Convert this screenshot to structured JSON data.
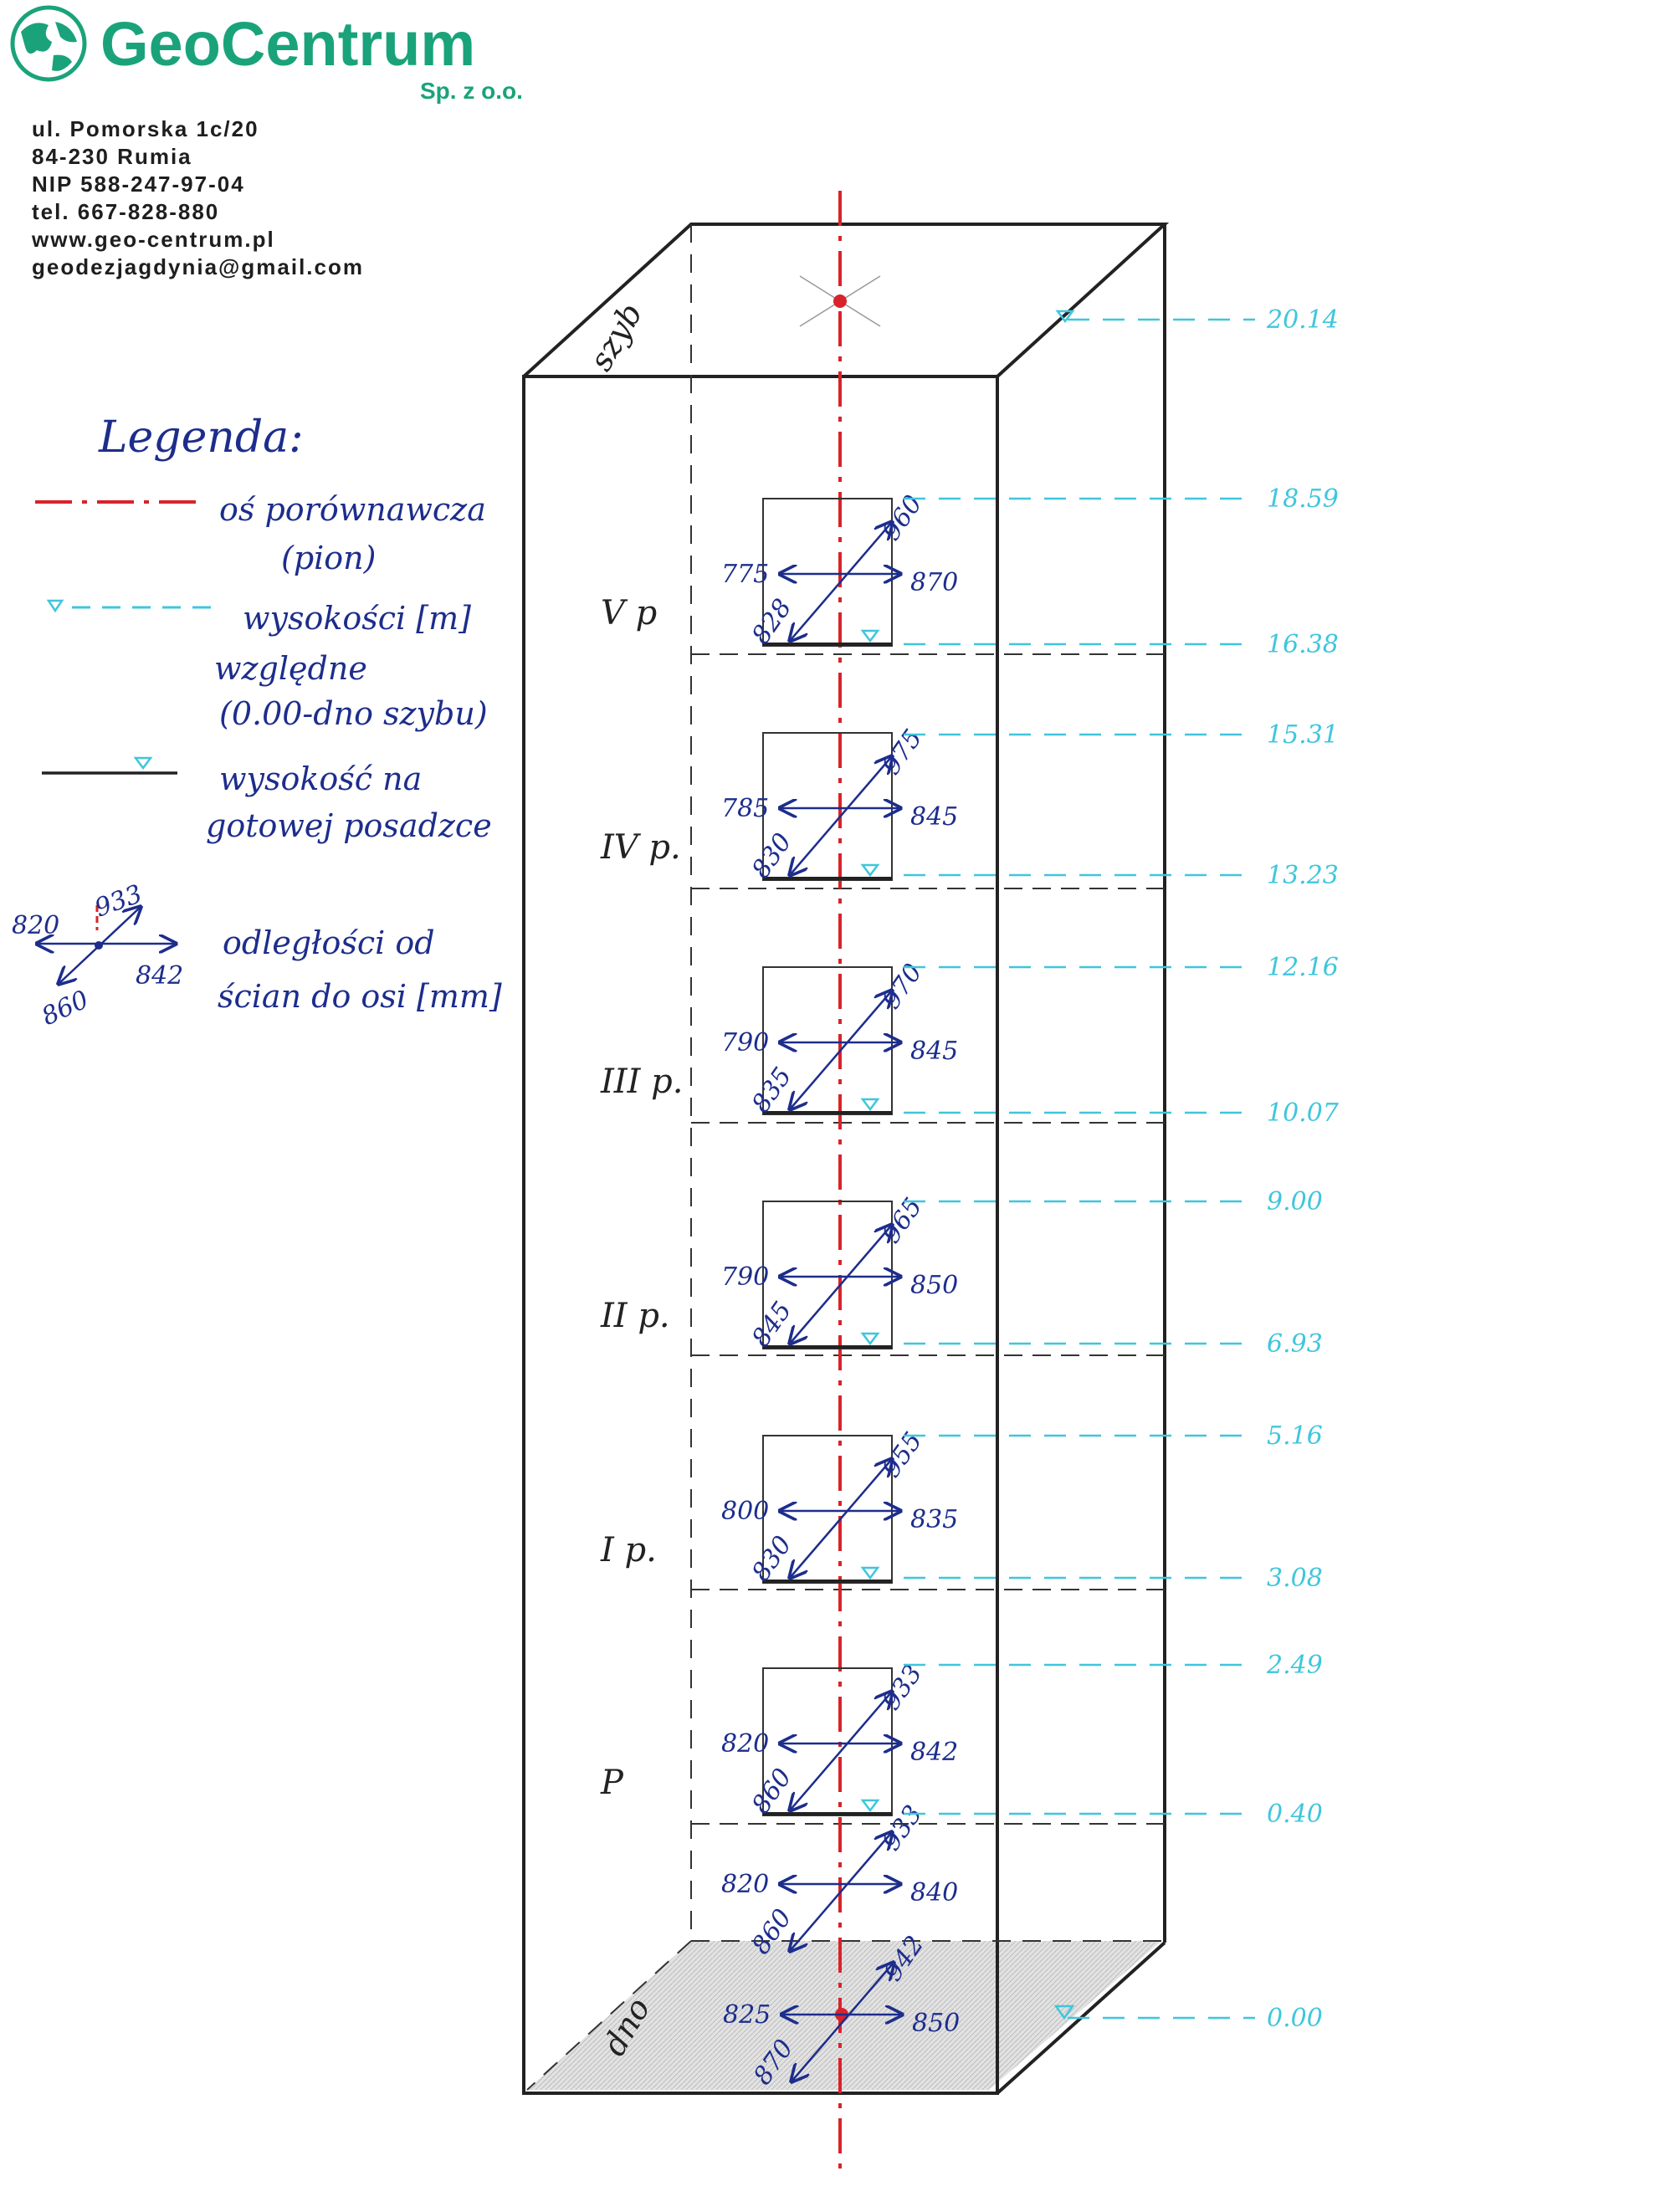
{
  "header": {
    "brand": "GeoCentrum",
    "brand_suffix": "Sp. z o.o.",
    "address_lines": [
      "ul. Pomorska 1c/20",
      "84-230 Rumia",
      "NIP 588-247-97-04",
      "tel. 667-828-880",
      "www.geo-centrum.pl",
      "geodezjagdynia@gmail.com"
    ]
  },
  "legend": {
    "title": "Legenda:",
    "axis_line_1": "oś porównawcza",
    "axis_line_2": "(pion)",
    "height_line_1": "wysokości [m]",
    "height_line_2": "względne",
    "height_line_3": "(0.00-dno szybu)",
    "floor_line_1": "wysokość na",
    "floor_line_2": "gotowej posadzce",
    "dist_line_1": "odległości od",
    "dist_line_2": "ścian do osi [mm]",
    "sample": {
      "left": "820",
      "up": "933",
      "right": "842",
      "down": "860"
    }
  },
  "shaft": {
    "top_label": "szyb",
    "bottom_label": "dno",
    "floors": [
      {
        "name": "V p",
        "left": "775",
        "up": "960",
        "right": "870",
        "down": "828"
      },
      {
        "name": "IV p.",
        "left": "785",
        "up": "975",
        "right": "845",
        "down": "830"
      },
      {
        "name": "III p.",
        "left": "790",
        "up": "970",
        "right": "845",
        "down": "835"
      },
      {
        "name": "II p.",
        "left": "790",
        "up": "965",
        "right": "850",
        "down": "845"
      },
      {
        "name": "I p.",
        "left": "800",
        "up": "955",
        "right": "835",
        "down": "830"
      },
      {
        "name": "P",
        "left": "820",
        "up": "933",
        "right": "842",
        "down": "860"
      }
    ],
    "pit_upper": {
      "left": "820",
      "up": "933",
      "right": "840",
      "down": "860"
    },
    "pit_bottom": {
      "left": "825",
      "up": "942",
      "right": "850",
      "down": "870"
    },
    "heights": [
      "20.14",
      "18.59",
      "16.38",
      "15.31",
      "13.23",
      "12.16",
      "10.07",
      "9.00",
      "6.93",
      "5.16",
      "3.08",
      "2.49",
      "0.40",
      "0.00"
    ]
  },
  "colors": {
    "brand": "#1aa37a",
    "axis": "#d8232a",
    "height": "#3fc6dc",
    "ink": "#1d2d8c",
    "line": "#222222"
  }
}
